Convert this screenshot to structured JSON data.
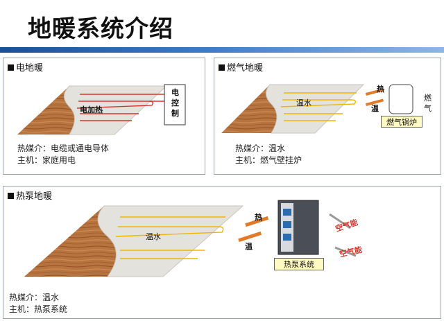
{
  "title": "地暖系统介绍",
  "panels": {
    "electric": {
      "label": "电地暖",
      "heater_label": "电加热",
      "control_box": "电控制",
      "medium": "热媒介：电缆或通电导体",
      "host": "主机：家庭用电"
    },
    "gas": {
      "label": "燃气地暖",
      "water_label": "温水",
      "hot_label": "热",
      "warm_label": "温",
      "boiler_label": "燃气锅炉",
      "gas_label": "燃气",
      "medium": "热媒介：温水",
      "host": "主机：燃气壁挂炉"
    },
    "heatpump": {
      "label": "热泵地暖",
      "water_label": "温水",
      "hot_label": "热",
      "warm_label": "温",
      "unit_label": "热泵系统",
      "air1": "空气能",
      "air2": "空气能",
      "medium": "热媒介：温水",
      "host": "主机：热泵系统"
    }
  }
}
